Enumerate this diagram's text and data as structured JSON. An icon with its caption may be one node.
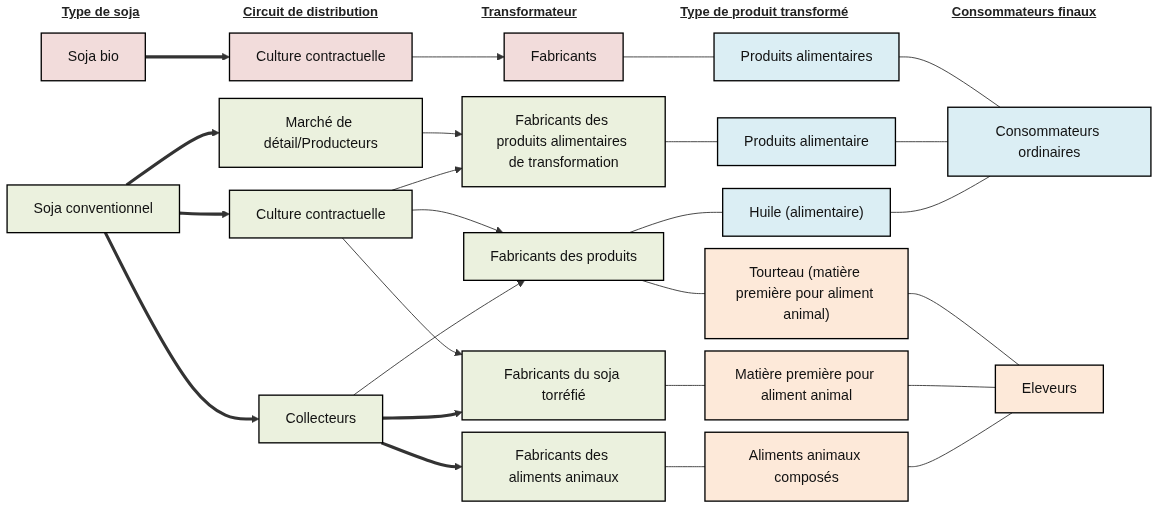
{
  "diagram": {
    "nodes": [
      {
        "text": [
          "Soja bio"
        ]
      },
      {
        "text": [
          "Culture contractuelle"
        ]
      },
      {
        "text": [
          "Fabricants"
        ]
      },
      {
        "text": [
          "Produits alimentaires"
        ]
      },
      {
        "text": [
          "Soja conventionnel"
        ]
      },
      {
        "text": [
          "Marché de détail/Producteurs"
        ]
      },
      {
        "text": [
          "Fabricants des produits alimentaires de transformation"
        ]
      },
      {
        "text": [
          "Produits alimentaire"
        ]
      },
      {
        "text": [
          "Culture contractuelle"
        ]
      },
      {
        "text": [
          "Fabricants des produits"
        ]
      },
      {
        "text": [
          "Huile (alimentaire)"
        ]
      },
      {
        "text": [
          "Tourteau (matière première pour aliment animal)"
        ]
      },
      {
        "text": [
          "Collecteurs"
        ]
      },
      {
        "text": [
          "Fabricants du soja torréfié"
        ]
      },
      {
        "text": [
          "Matière première pour aliment animal"
        ]
      },
      {
        "text": [
          "Fabricants des aliments animaux"
        ]
      },
      {
        "text": [
          "Aliments animaux composés"
        ]
      },
      {
        "text": [
          "Consommateurs ordinaires"
        ]
      },
      {
        "text": [
          "Eleveurs"
        ]
      }
    ],
    "edges": [
      {
        "from": 0,
        "to": 1,
        "arrow": "to",
        "style": "thick"
      },
      {
        "from": 1,
        "to": 2,
        "arrow": "to"
      },
      {
        "from": 2,
        "to": 3,
        "arrow": "none"
      },
      {
        "from": 4,
        "to": 5,
        "arrow": "to",
        "style": "thick"
      },
      {
        "from": 4,
        "to": 8,
        "arrow": "to",
        "style": "thick"
      },
      {
        "from": 4,
        "to": 12,
        "arrow": "to",
        "style": "thick"
      },
      {
        "from": 5,
        "to": 6,
        "arrow": "to"
      },
      {
        "from": 8,
        "to": 6,
        "arrow": "to"
      },
      {
        "from": 8,
        "to": 9,
        "arrow": "to"
      },
      {
        "from": 8,
        "to": 13,
        "arrow": "to"
      },
      {
        "from": 12,
        "to": 9,
        "arrow": "to"
      },
      {
        "from": 12,
        "to": 13,
        "arrow": "to",
        "style": "thick"
      },
      {
        "from": 12,
        "to": 15,
        "arrow": "to",
        "style": "thick"
      },
      {
        "from": 6,
        "to": 7,
        "arrow": "none"
      },
      {
        "from": 9,
        "to": 10,
        "arrow": "none"
      },
      {
        "from": 9,
        "to": 11,
        "arrow": "none"
      },
      {
        "from": 13,
        "to": 14,
        "arrow": "none"
      },
      {
        "from": 15,
        "to": 16,
        "arrow": "none"
      },
      {
        "from": 3,
        "to": 17,
        "arrow": "none"
      },
      {
        "from": 7,
        "to": 17,
        "arrow": "none"
      },
      {
        "from": 10,
        "to": 17,
        "arrow": "none"
      },
      {
        "from": 11,
        "to": 18,
        "arrow": "none"
      },
      {
        "from": 14,
        "to": 18,
        "arrow": "none"
      },
      {
        "from": 16,
        "to": 18,
        "arrow": "none"
      }
    ],
    "labels": [
      "Type de soja",
      "Circuit de distribution",
      "Transformateur",
      "Type de produit transformé",
      "Consommateurs finaux"
    ]
  }
}
